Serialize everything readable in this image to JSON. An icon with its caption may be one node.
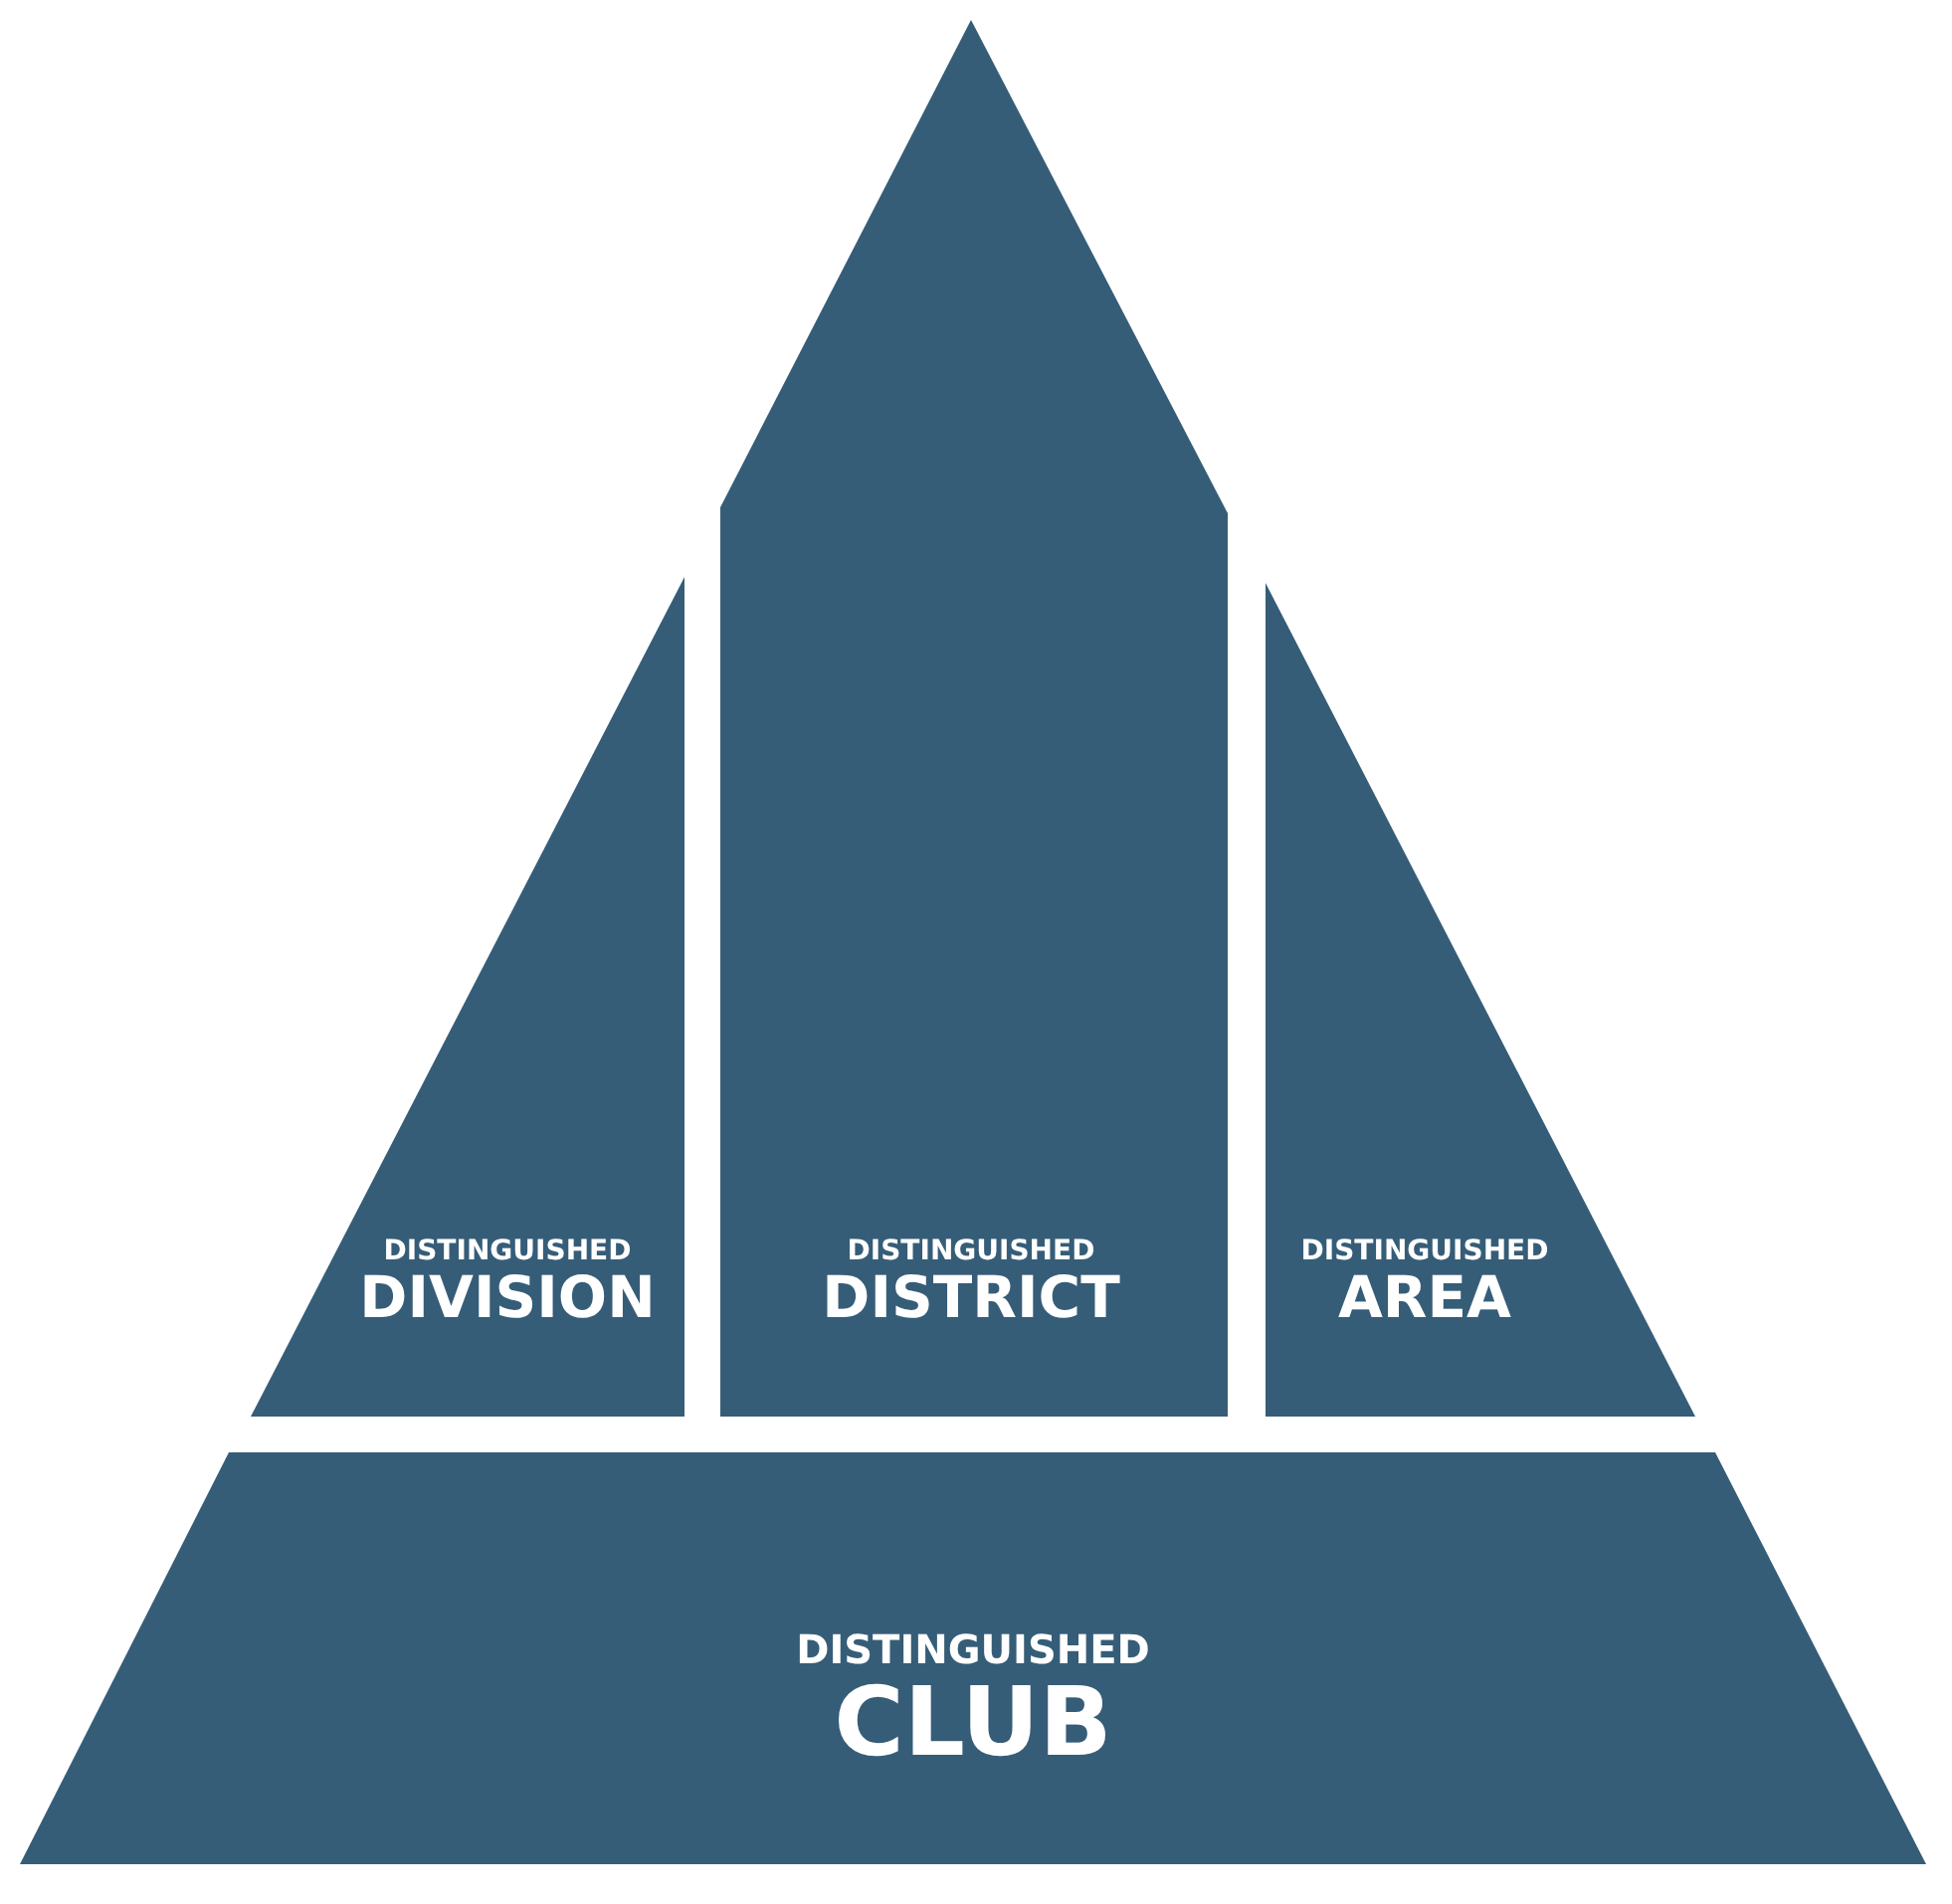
{
  "diagram": {
    "nodes": [
      {
        "text": [
          "DISTINGUISHED",
          "DIVISION"
        ]
      },
      {
        "text": [
          "DISTINGUISHED",
          "DISTRICT"
        ]
      },
      {
        "text": [
          "DISTINGUISHED",
          "AREA"
        ]
      },
      {
        "text": [
          "DISTINGUISHED",
          "CLUB"
        ]
      }
    ]
  }
}
